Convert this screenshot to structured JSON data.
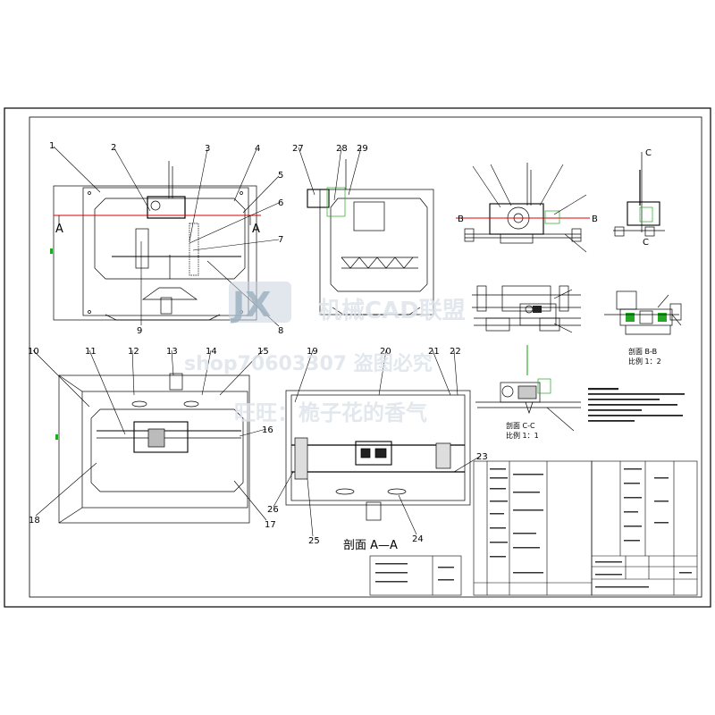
{
  "drawing": {
    "title": "",
    "part_labels": [
      "1",
      "2",
      "3",
      "4",
      "5",
      "6",
      "7",
      "8",
      "9",
      "10",
      "11",
      "12",
      "13",
      "14",
      "15",
      "16",
      "17",
      "18",
      "19",
      "20",
      "21",
      "22",
      "23",
      "24",
      "25",
      "26",
      "27",
      "28",
      "29"
    ],
    "section_marks": {
      "a_left": "A",
      "a_right": "A",
      "b_left": "B",
      "b_right": "B",
      "c_top": "C",
      "c_bottom": "C"
    },
    "section_titles": {
      "aa": "剖面 A—A",
      "bb_line1": "剖面 B-B",
      "bb_line2": "比例 1：2",
      "cc_line1": "剖面 C-C",
      "cc_line2": "比例 1：1"
    }
  },
  "watermark": {
    "logo": "JX",
    "line1": "机械CAD联盟",
    "line2": "shop70603307 盗图必究",
    "line3": "旺旺：桅子花的香气"
  }
}
